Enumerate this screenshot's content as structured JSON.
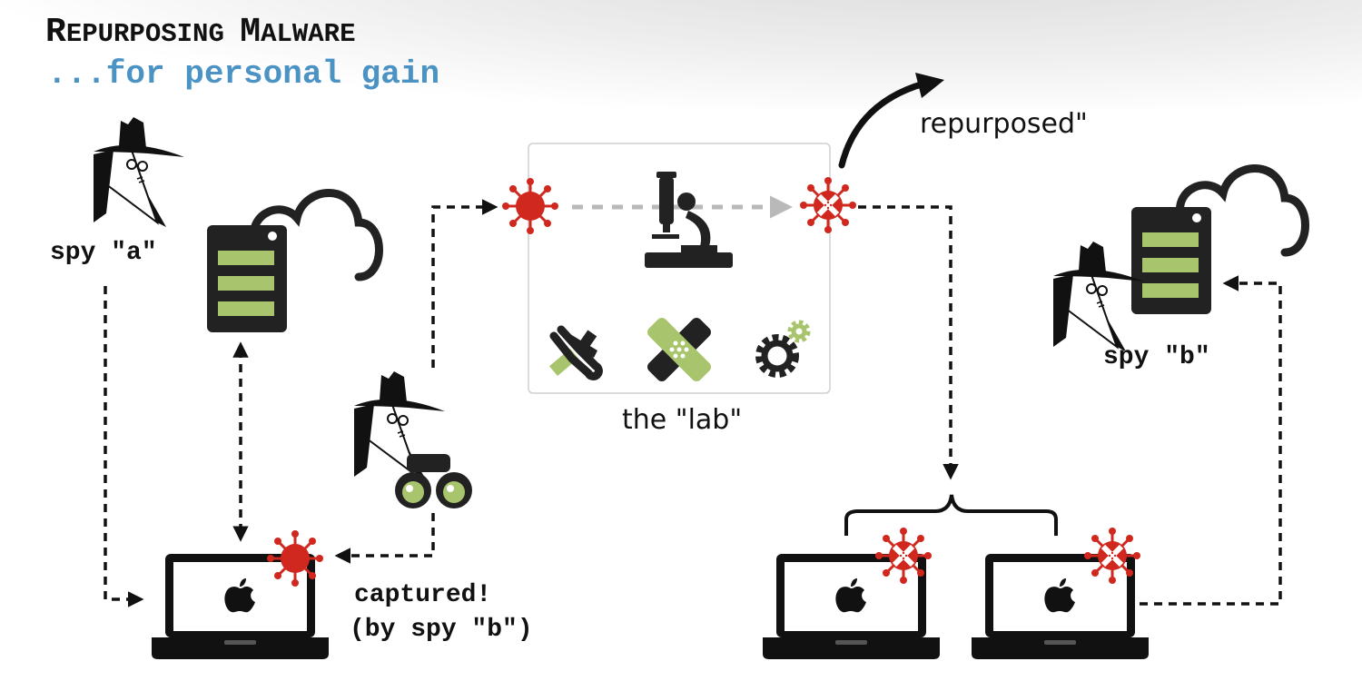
{
  "slide": {
    "title": "Repurposing Malware",
    "title_first_caps": [
      "R",
      "EPURPOSING ",
      "M",
      "ALWARE"
    ],
    "subtitle": "...for personal gain"
  },
  "labels": {
    "spy_a": "spy \"a\"",
    "spy_b": "spy \"b\"",
    "captured": "captured!",
    "captured_by": "(by spy \"b\")",
    "lab": "the \"lab\"",
    "repurposed": "repurposed\""
  },
  "colors": {
    "virus_red": "#d0281e",
    "server_green": "#a8c46c",
    "subtitle_blue": "#4b93c4",
    "lab_arrow_gray": "#b9b9b9"
  }
}
